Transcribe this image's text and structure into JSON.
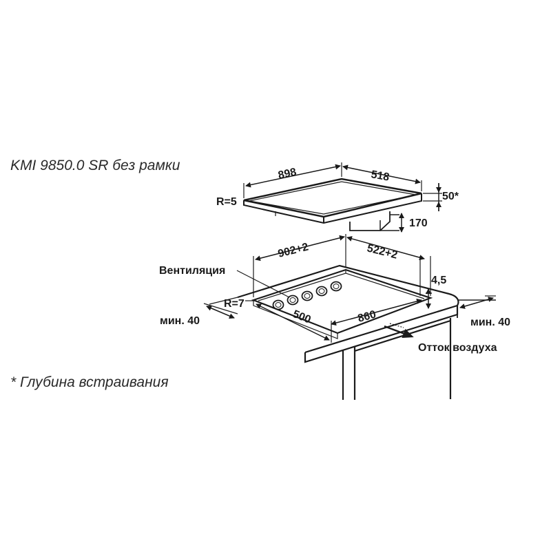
{
  "title": "KMI 9850.0 SR без рамки",
  "footnote": "* Глубина встраивания",
  "hob": {
    "width": "898",
    "depth": "518",
    "radius": "R=5",
    "thickness": "50*",
    "height": "170"
  },
  "cutout": {
    "width": "902+2",
    "depth": "522+2",
    "radius": "R=7",
    "inner_width": "860",
    "inner_depth": "500",
    "offset": "4,5"
  },
  "labels": {
    "ventilation": "Вентиляция",
    "airflow": "Отток воздуха",
    "min_left": "мин. 40",
    "min_right": "мин. 40"
  }
}
